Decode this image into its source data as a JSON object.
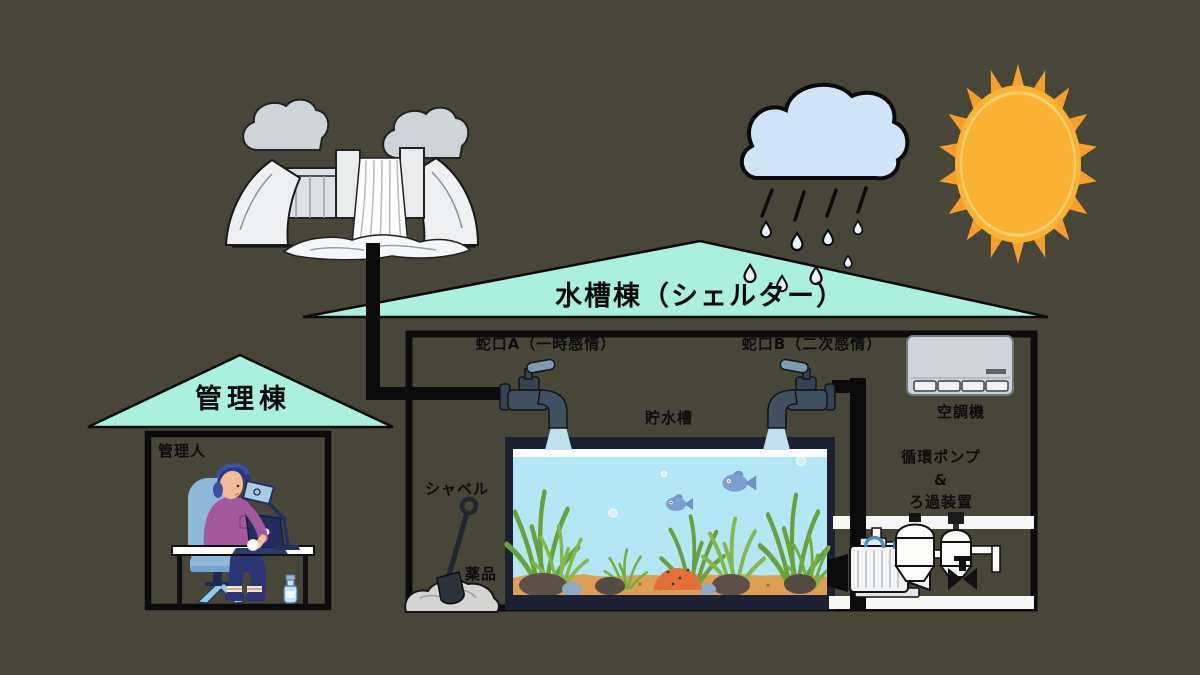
{
  "colors": {
    "background": "#484539",
    "roof": "#abf0dc",
    "outline": "#0b0b0b",
    "tank_water": "#b4e7f5",
    "tank_frame": "#1b2133",
    "sand": "#dc9f54",
    "sun_body": "#f9b233",
    "sun_rays": "#f59e2b",
    "cloud": "#cfe4f7",
    "rain": "#e9f1fa",
    "faucet": "#41505f",
    "handle": "#7e9cb0",
    "stream": "#bfe2ec",
    "ac_body": "#ced4d9",
    "equip_white": "#f6f6f4",
    "plant": "#6aa23e",
    "shirt": "#a4589d",
    "chair": "#8fb7da",
    "skin": "#f2bc9a",
    "pants": "#2c3576",
    "hair": "#2c3482",
    "dam_gray": "#eef0f1",
    "pile": "#d4d5d3",
    "orange_rock": "#e2703a",
    "fish": "#7b9fd0"
  },
  "shelter": {
    "roof_label": "水槽棟（シェルター）",
    "faucet_a": {
      "label": "蛇口A（一時感情）",
      "icon": "faucet-icon"
    },
    "faucet_b": {
      "label": "蛇口B（二次感情）",
      "icon": "faucet-icon"
    },
    "tank": {
      "label": "貯水槽",
      "icon": "aquarium-icon"
    },
    "ac": {
      "label": "空調機",
      "icon": "air-conditioner-icon"
    },
    "pump": {
      "line1": "循環ポンプ",
      "line2": "&",
      "line3": "ろ過装置",
      "icon": "pump-filter-icon"
    },
    "shovel": {
      "label": "シャベル",
      "icon": "shovel-icon"
    },
    "chemicals": {
      "label": "薬品",
      "icon": "chemical-pile-icon"
    }
  },
  "admin": {
    "roof_label": "管理棟",
    "person_label": "管理人",
    "icon": "caretaker-at-desk-icon"
  },
  "scene": {
    "water_source_icon": "dam-waterfall-icon",
    "weather_icons": [
      "rain-cloud-icon",
      "sun-icon"
    ]
  }
}
